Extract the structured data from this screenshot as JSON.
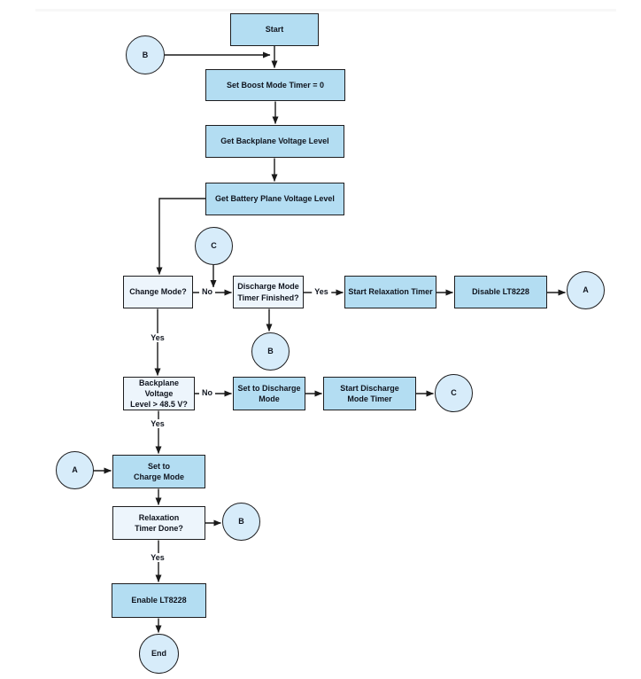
{
  "colors": {
    "process_fill": "#b3ddf2",
    "decision_fill": "#edf5fc",
    "connector_fill": "#d7ecfa",
    "outline": "#1d1d1f",
    "arrow": "#1a1a1a",
    "text": "#10151f"
  },
  "nodes": [
    {
      "id": "start",
      "type": "terminator",
      "label": "Start"
    },
    {
      "id": "set-boost-mode-timer",
      "type": "process",
      "label": "Set Boost Mode Timer = 0"
    },
    {
      "id": "get-backplane-voltage",
      "type": "process",
      "label": "Get Backplane Voltage Level"
    },
    {
      "id": "get-battery-plane-voltage",
      "type": "process",
      "label": "Get Battery Plane Voltage Level"
    },
    {
      "id": "change-mode",
      "type": "decision",
      "label": "Change Mode?"
    },
    {
      "id": "connector-c-top",
      "type": "connector",
      "label": "C"
    },
    {
      "id": "discharge-mode-timer-finished",
      "type": "decision",
      "label": "Discharge Mode\nTimer Finished?"
    },
    {
      "id": "start-relaxation-timer",
      "type": "process",
      "label": "Start Relaxation Timer"
    },
    {
      "id": "disable-lt8228",
      "type": "process",
      "label": "Disable LT8228"
    },
    {
      "id": "connector-a-right",
      "type": "connector",
      "label": "A"
    },
    {
      "id": "connector-b-middle",
      "type": "connector",
      "label": "B"
    },
    {
      "id": "backplane-voltage-check",
      "type": "decision",
      "label": "Backplane Voltage\nLevel > 48.5 V?"
    },
    {
      "id": "set-to-discharge-mode",
      "type": "process",
      "label": "Set to Discharge\nMode"
    },
    {
      "id": "start-discharge-mode-timer",
      "type": "process",
      "label": "Start Discharge\nMode Timer"
    },
    {
      "id": "connector-c-right",
      "type": "connector",
      "label": "C"
    },
    {
      "id": "connector-a-left",
      "type": "connector",
      "label": "A"
    },
    {
      "id": "set-to-charge-mode",
      "type": "process",
      "label": "Set to\nCharge Mode"
    },
    {
      "id": "relaxation-timer-done",
      "type": "decision",
      "label": "Relaxation\nTimer Done?"
    },
    {
      "id": "connector-b-right",
      "type": "connector",
      "label": "B"
    },
    {
      "id": "enable-lt8228",
      "type": "process",
      "label": "Enable LT8228"
    },
    {
      "id": "end",
      "type": "terminator",
      "label": "End"
    },
    {
      "id": "connector-b-top-left",
      "type": "connector",
      "label": "B"
    }
  ],
  "edges": [
    {
      "from": "connector-b-top-left",
      "to": "set-boost-mode-timer",
      "label": ""
    },
    {
      "from": "start",
      "to": "set-boost-mode-timer",
      "label": ""
    },
    {
      "from": "set-boost-mode-timer",
      "to": "get-backplane-voltage",
      "label": ""
    },
    {
      "from": "get-backplane-voltage",
      "to": "get-battery-plane-voltage",
      "label": ""
    },
    {
      "from": "get-battery-plane-voltage",
      "to": "change-mode",
      "label": ""
    },
    {
      "from": "change-mode",
      "to": "backplane-voltage-check",
      "label": "Yes"
    },
    {
      "from": "change-mode",
      "to": "discharge-mode-timer-finished",
      "label": "No"
    },
    {
      "from": "connector-c-top",
      "to": "discharge-mode-timer-finished",
      "label": ""
    },
    {
      "from": "discharge-mode-timer-finished",
      "to": "start-relaxation-timer",
      "label": "Yes"
    },
    {
      "from": "discharge-mode-timer-finished",
      "to": "connector-b-middle",
      "label": ""
    },
    {
      "from": "start-relaxation-timer",
      "to": "disable-lt8228",
      "label": ""
    },
    {
      "from": "disable-lt8228",
      "to": "connector-a-right",
      "label": ""
    },
    {
      "from": "backplane-voltage-check",
      "to": "set-to-charge-mode",
      "label": "Yes"
    },
    {
      "from": "backplane-voltage-check",
      "to": "set-to-discharge-mode",
      "label": "No"
    },
    {
      "from": "set-to-discharge-mode",
      "to": "start-discharge-mode-timer",
      "label": ""
    },
    {
      "from": "start-discharge-mode-timer",
      "to": "connector-c-right",
      "label": ""
    },
    {
      "from": "connector-a-left",
      "to": "set-to-charge-mode",
      "label": ""
    },
    {
      "from": "set-to-charge-mode",
      "to": "relaxation-timer-done",
      "label": ""
    },
    {
      "from": "relaxation-timer-done",
      "to": "connector-b-right",
      "label": ""
    },
    {
      "from": "relaxation-timer-done",
      "to": "enable-lt8228",
      "label": "Yes"
    },
    {
      "from": "enable-lt8228",
      "to": "end",
      "label": ""
    }
  ]
}
